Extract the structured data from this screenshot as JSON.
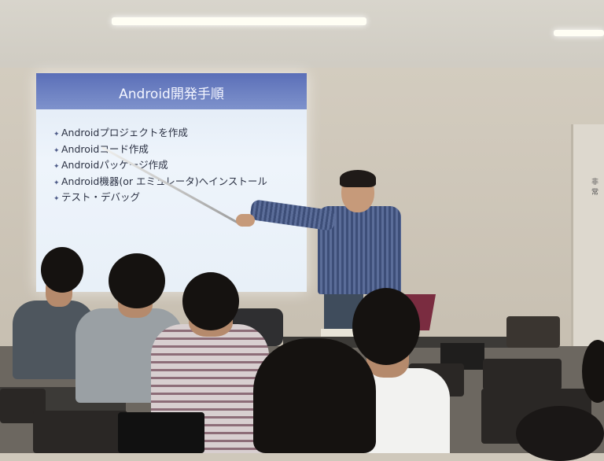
{
  "slide": {
    "title": "Android開発手順",
    "bullets": [
      "Androidプロジェクトを作成",
      "Androidコード作成",
      "Androidパッケージ作成",
      "Android機器(or エミュレータ)へインストール",
      "テスト・デバッグ"
    ]
  },
  "door_sign": "非常",
  "colors": {
    "slide_title_bar": "#5b6fb8",
    "slide_background": "#e8f0f8",
    "wall": "#cfc8bb"
  }
}
